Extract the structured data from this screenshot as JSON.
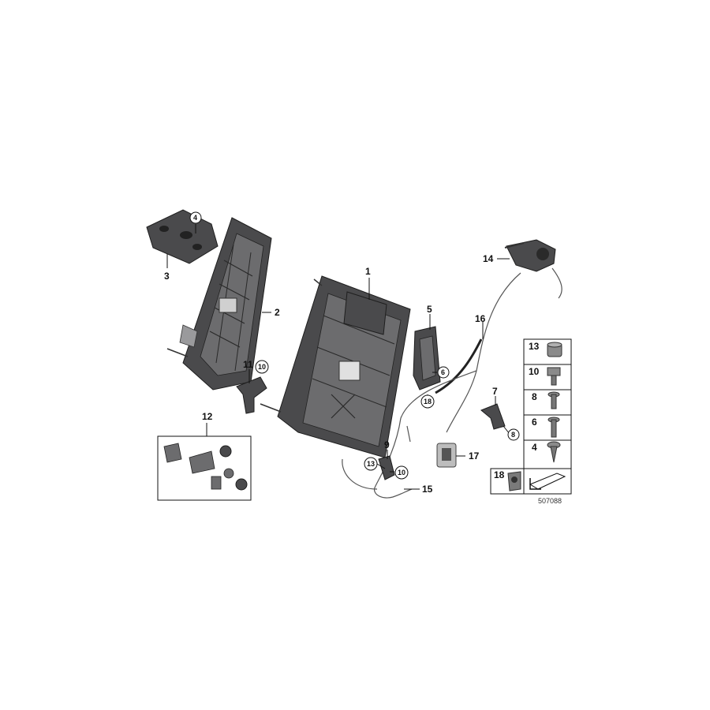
{
  "diagram_id": "507088",
  "callouts": [
    {
      "id": "c1",
      "text": "1"
    },
    {
      "id": "c2",
      "text": "2"
    },
    {
      "id": "c3",
      "text": "3"
    },
    {
      "id": "c4",
      "text": "4",
      "circled": true
    },
    {
      "id": "c5",
      "text": "5"
    },
    {
      "id": "c6",
      "text": "6",
      "circled": true
    },
    {
      "id": "c7",
      "text": "7"
    },
    {
      "id": "c8",
      "text": "8",
      "circled": true
    },
    {
      "id": "c9",
      "text": "9"
    },
    {
      "id": "c10a",
      "text": "10",
      "circled": true
    },
    {
      "id": "c10b",
      "text": "10",
      "circled": true
    },
    {
      "id": "c11",
      "text": "11"
    },
    {
      "id": "c12",
      "text": "12"
    },
    {
      "id": "c13",
      "text": "13",
      "circled": true
    },
    {
      "id": "c14",
      "text": "14"
    },
    {
      "id": "c15",
      "text": "15"
    },
    {
      "id": "c16",
      "text": "16"
    },
    {
      "id": "c17",
      "text": "17"
    },
    {
      "id": "c18a",
      "text": "18",
      "circled": true
    }
  ],
  "fastener_legend": [
    {
      "label": "13",
      "icon": "grommet-icon"
    },
    {
      "label": "10",
      "icon": "hex-bolt-icon"
    },
    {
      "label": "8",
      "icon": "torx-screw-icon"
    },
    {
      "label": "6",
      "icon": "long-screw-icon"
    },
    {
      "label": "4",
      "icon": "tapping-screw-icon"
    }
  ],
  "legend_footer": {
    "label": "18",
    "icon": "clip-icon",
    "arrow_icon": "direction-arrow-icon"
  }
}
